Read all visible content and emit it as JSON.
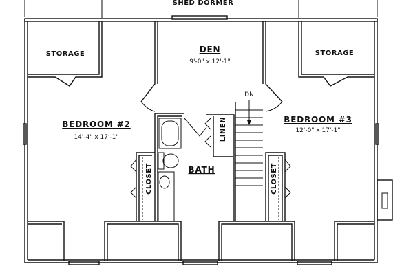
{
  "plan": {
    "dormer_label": "SHED DORMER",
    "rooms": {
      "storage_left": "STORAGE",
      "storage_right": "STORAGE",
      "den": {
        "name": "DEN",
        "dims": "9'-0\" x 12'-1\""
      },
      "bedroom2": {
        "name": "BEDROOM #2",
        "dims": "14'-4\" x 17'-1\""
      },
      "bedroom3": {
        "name": "BEDROOM #3",
        "dims": "12'-0\" x 17'-1\""
      },
      "bath": "BATH",
      "linen": "LINEN",
      "closet_left": "CLOSET",
      "closet_right": "CLOSET",
      "stair_dn": "DN"
    }
  }
}
